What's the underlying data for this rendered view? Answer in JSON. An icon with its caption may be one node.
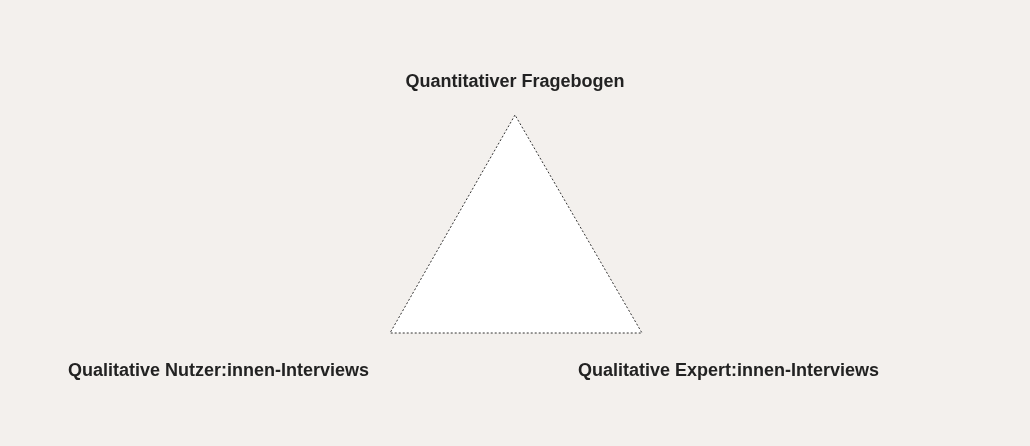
{
  "diagram": {
    "labels": [
      "Quantitativer Fragebogen",
      "Qualitative Nutzer:innen-Interviews",
      "Qualitative Expert:innen-Interviews"
    ]
  }
}
